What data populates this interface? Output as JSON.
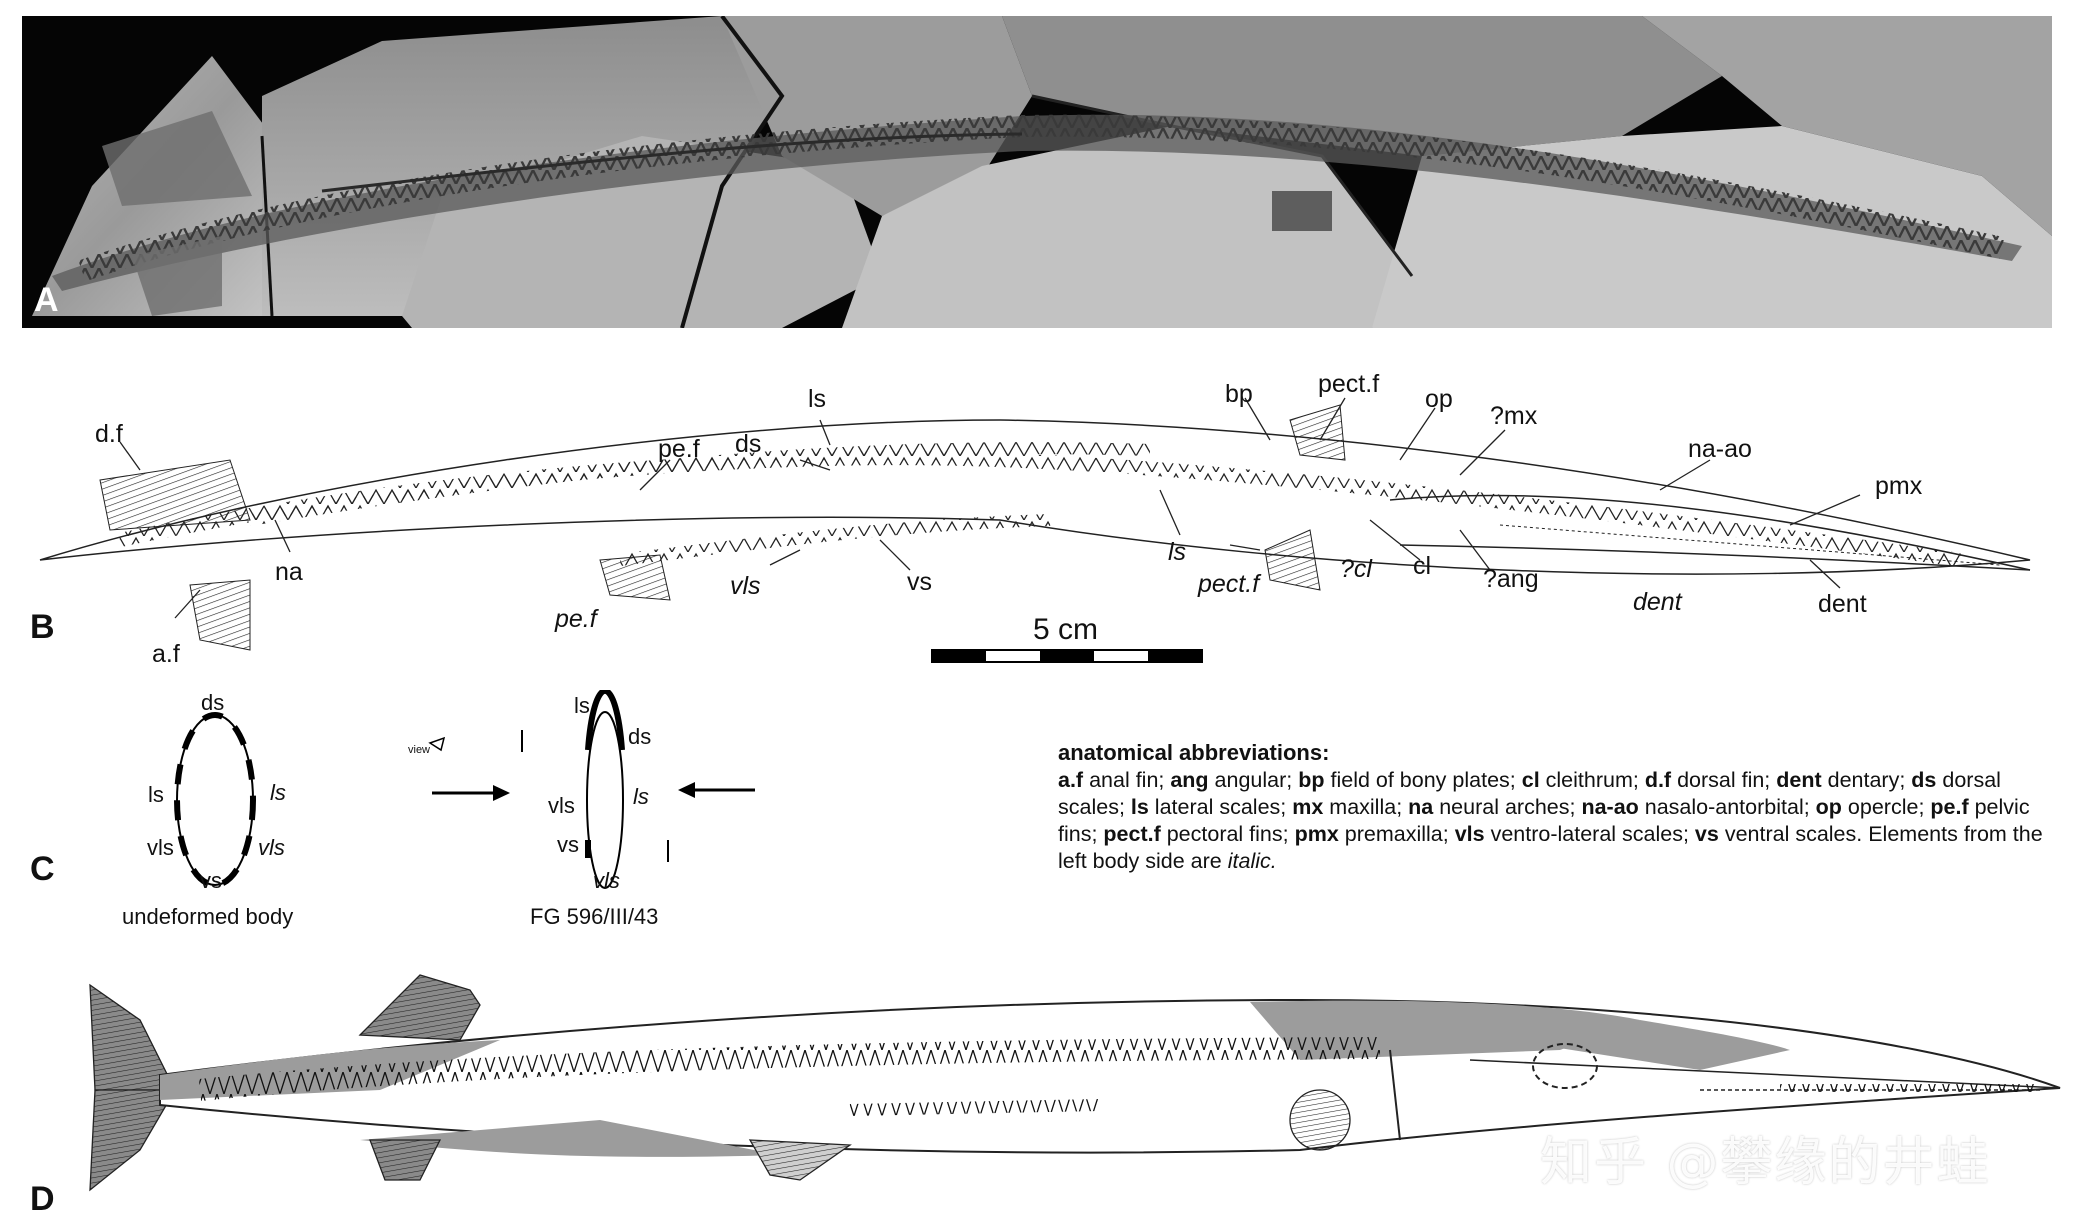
{
  "panels": {
    "a": "A",
    "b": "B",
    "c": "C",
    "d": "D"
  },
  "panel_b_labels": {
    "d_f": "d.f",
    "a_f": "a.f",
    "na": "na",
    "pe_f_upper": "pe.f",
    "pe_f_lower": "pe.f",
    "ls_upper": "ls",
    "ds": "ds",
    "vls": "vls",
    "vs": "vs",
    "ls_lower": "ls",
    "bp": "bp",
    "pect_f_upper": "pect.f",
    "pect_f_lower": "pect.f",
    "op": "op",
    "mx": "?mx",
    "cl_q": "?cl",
    "cl": "cl",
    "ang": "?ang",
    "na_ao": "na-ao",
    "pmx": "pmx",
    "dent_italic": "dent",
    "dent": "dent",
    "scale": "5 cm"
  },
  "panel_c": {
    "left_ds": "ds",
    "left_ls_left": "ls",
    "left_ls_right": "ls",
    "left_vls_left": "vls",
    "left_vls_right": "vls",
    "left_vs": "vs",
    "left_caption": "undeformed body",
    "view": "view",
    "right_ls_top": "ls",
    "right_ds": "ds",
    "right_ls_right": "ls",
    "right_vls_left": "vls",
    "right_vs": "vs",
    "right_vls_bottom": "vls",
    "right_caption": "FG 596/III/43"
  },
  "abbreviations": {
    "title": "anatomical abbreviations:",
    "entries": [
      {
        "abbr": "a.f",
        "def": "anal fin;"
      },
      {
        "abbr": "ang",
        "def": "angular;"
      },
      {
        "abbr": "bp",
        "def": "field of bony plates;"
      },
      {
        "abbr": "cl",
        "def": "cleithrum;"
      },
      {
        "abbr": "d.f",
        "def": "dorsal fin;"
      },
      {
        "abbr": "dent",
        "def": "dentary;"
      },
      {
        "abbr": "ds",
        "def": "dorsal scales;"
      },
      {
        "abbr": "ls",
        "def": "lateral scales;"
      },
      {
        "abbr": "mx",
        "def": "maxilla;"
      },
      {
        "abbr": "na",
        "def": "neural arches;"
      },
      {
        "abbr": "na-ao",
        "def": "nasalo-antorbital;"
      },
      {
        "abbr": "op",
        "def": "opercle;"
      },
      {
        "abbr": "pe.f",
        "def": "pelvic fins;"
      },
      {
        "abbr": "pect.f",
        "def": "pectoral fins;"
      },
      {
        "abbr": "pmx",
        "def": "premaxilla;"
      },
      {
        "abbr": "vls",
        "def": "ventro-lateral scales;"
      },
      {
        "abbr": "vs",
        "def": "ventral scales."
      }
    ],
    "note_prefix": "Elements from the left body side are",
    "note_italic": "italic."
  },
  "watermark": "知乎 @攀缘的井蛙"
}
